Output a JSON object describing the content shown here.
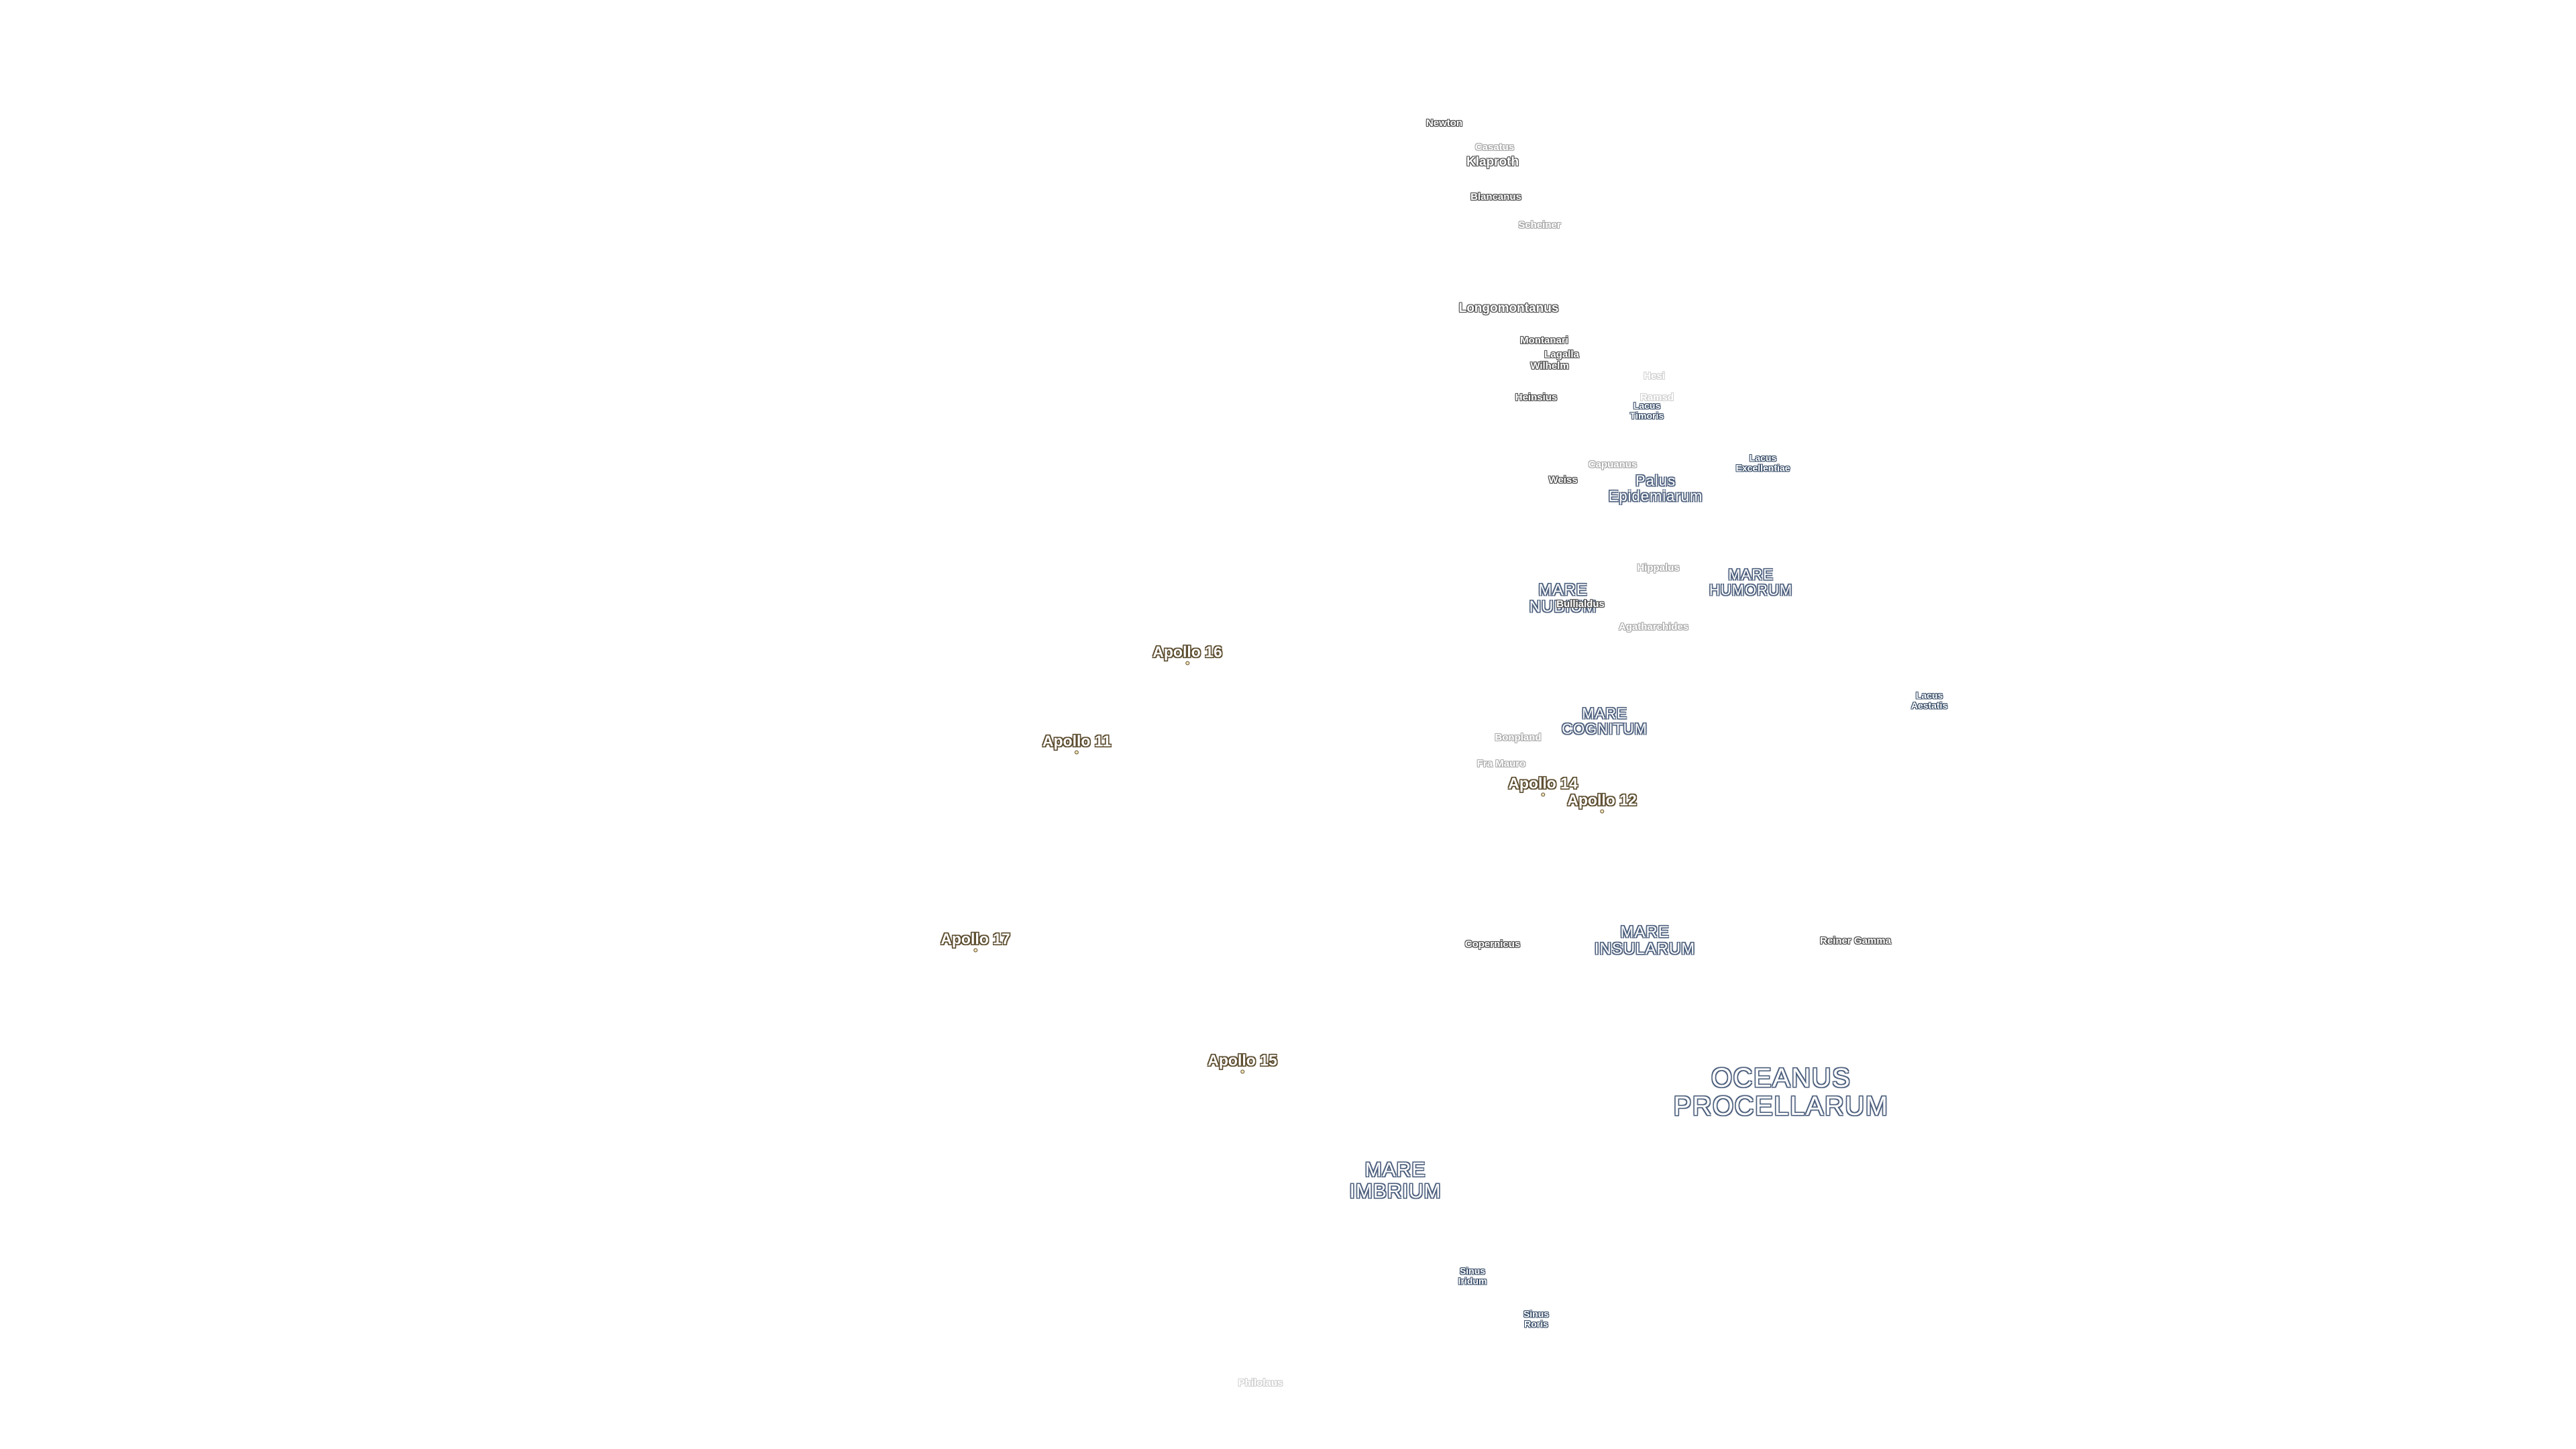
{
  "colors": {
    "background": "#ffffff",
    "crater_outline": "#4d4d4d",
    "mare_outline": "#4c5f7d",
    "apollo_outline": "#5a4a2c",
    "apollo_dot": "#f5e6b8"
  },
  "apollo_sites": [
    {
      "id": "apollo-16",
      "label": "Apollo 16"
    },
    {
      "id": "apollo-11",
      "label": "Apollo 11"
    },
    {
      "id": "apollo-14",
      "label": "Apollo 14"
    },
    {
      "id": "apollo-12",
      "label": "Apollo 12"
    },
    {
      "id": "apollo-17",
      "label": "Apollo 17"
    },
    {
      "id": "apollo-15",
      "label": "Apollo 15"
    }
  ],
  "maria": [
    {
      "id": "mare-nubium",
      "lines": [
        "MARE",
        "NUBIUM"
      ]
    },
    {
      "id": "mare-humorum",
      "lines": [
        "MARE",
        "HUMORUM"
      ]
    },
    {
      "id": "mare-cognitum",
      "lines": [
        "MARE",
        "COGNITUM"
      ]
    },
    {
      "id": "mare-insularum",
      "lines": [
        "MARE",
        "INSULARUM"
      ]
    },
    {
      "id": "oceanus-procellarum",
      "lines": [
        "OCEANUS",
        "PROCELLARUM"
      ]
    },
    {
      "id": "mare-imbrium",
      "lines": [
        "MARE",
        "IMBRIUM"
      ]
    },
    {
      "id": "palus-epidemiarum",
      "lines": [
        "Palus",
        "Epidemiarum"
      ]
    }
  ],
  "lakes_bays": [
    {
      "id": "lacus-timoris",
      "lines": [
        "Lacus",
        "Timoris"
      ]
    },
    {
      "id": "lacus-excellentiae",
      "lines": [
        "Lacus",
        "Excellentiae"
      ]
    },
    {
      "id": "lacus-aestatis",
      "lines": [
        "Lacus",
        "Aestatis"
      ]
    },
    {
      "id": "sinus-iridum",
      "lines": [
        "Sinus",
        "Iridum"
      ]
    },
    {
      "id": "sinus-roris",
      "lines": [
        "Sinus",
        "Roris"
      ]
    }
  ],
  "craters": [
    {
      "id": "newton",
      "label": "Newton"
    },
    {
      "id": "casatus",
      "label": "Casatus"
    },
    {
      "id": "klaproth",
      "label": "Klaproth"
    },
    {
      "id": "blancanus",
      "label": "Blancanus"
    },
    {
      "id": "scheiner",
      "label": "Scheiner"
    },
    {
      "id": "longomontanus",
      "label": "Longomontanus"
    },
    {
      "id": "montanari",
      "label": "Montanari"
    },
    {
      "id": "lagalla",
      "label": "Lagalla"
    },
    {
      "id": "wilhelm",
      "label": "Wilhelm"
    },
    {
      "id": "heinsius",
      "label": "Heinsius"
    },
    {
      "id": "hesiodus-faint",
      "label": "Hesi"
    },
    {
      "id": "ramsden-faint",
      "label": "Ramsd"
    },
    {
      "id": "capuanus",
      "label": "Capuanus"
    },
    {
      "id": "weiss",
      "label": "Weiss"
    },
    {
      "id": "hippalus",
      "label": "Hippalus"
    },
    {
      "id": "bullialdus",
      "label": "Bullialdus"
    },
    {
      "id": "agatharchides",
      "label": "Agatharchides"
    },
    {
      "id": "bonpland",
      "label": "Bonpland"
    },
    {
      "id": "fra-mauro",
      "label": "Fra Mauro"
    },
    {
      "id": "copernicus",
      "label": "Copernicus"
    },
    {
      "id": "reiner-gamma",
      "label": "Reiner Gamma"
    },
    {
      "id": "philolaus",
      "label": "Philolaus"
    }
  ]
}
